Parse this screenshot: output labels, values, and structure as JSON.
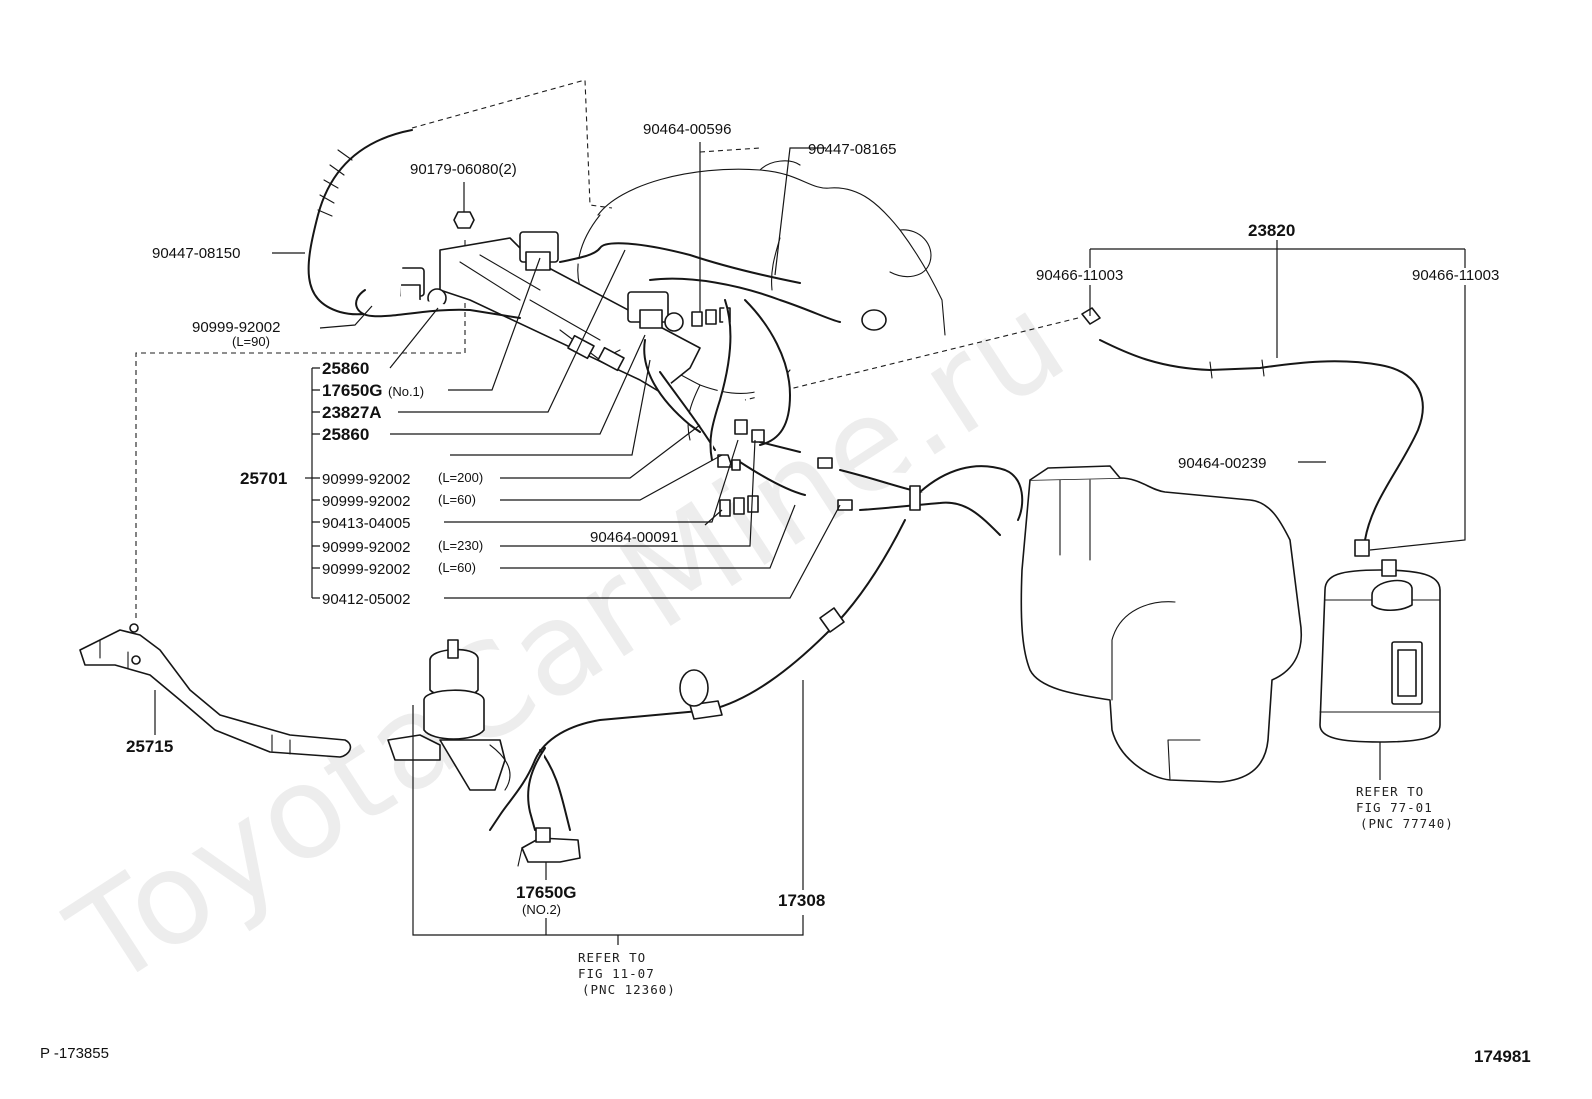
{
  "watermark": "ToyotaCarMine.ru",
  "labels": {
    "l_90447_08150": "90447-08150",
    "l_90179_06080": "90179-06080(2)",
    "l_90464_00596": "90464-00596",
    "l_90447_08165": "90447-08165",
    "l_90999_92002_top": "90999-92002",
    "l_l90": "(L=90)",
    "l_23820": "23820",
    "l_90466_left": "90466-11003",
    "l_90466_right": "90466-11003",
    "l_90464_00239": "90464-00239",
    "l_90464_00091": "90464-00091",
    "l_25701": "25701",
    "l_25715": "25715",
    "l_17650g_no2": "17650G",
    "l_no2": "(NO.2)",
    "l_17308": "17308"
  },
  "bracket_group": [
    {
      "part": "25860",
      "note": ""
    },
    {
      "part": "17650G",
      "note": "(No.1)"
    },
    {
      "part": "23827A",
      "note": ""
    },
    {
      "part": "25860",
      "note": ""
    },
    {
      "part": "90999-92002",
      "note": "(L=200)"
    },
    {
      "part": "90999-92002",
      "note": "(L=60)"
    },
    {
      "part": "90413-04005",
      "note": ""
    },
    {
      "part": "90999-92002",
      "note": "(L=230)"
    },
    {
      "part": "90999-92002",
      "note": "(L=60)"
    },
    {
      "part": "90412-05002",
      "note": ""
    }
  ],
  "refer_notes": {
    "fig_11_07": {
      "line1": "REFER TO",
      "line2": "FIG 11-07",
      "line3": "(PNC 12360)"
    },
    "fig_77_01": {
      "line1": "REFER TO",
      "line2": "FIG 77-01",
      "line3": "(PNC 77740)"
    }
  },
  "footer": {
    "left": "P -173855",
    "right": "174981"
  }
}
